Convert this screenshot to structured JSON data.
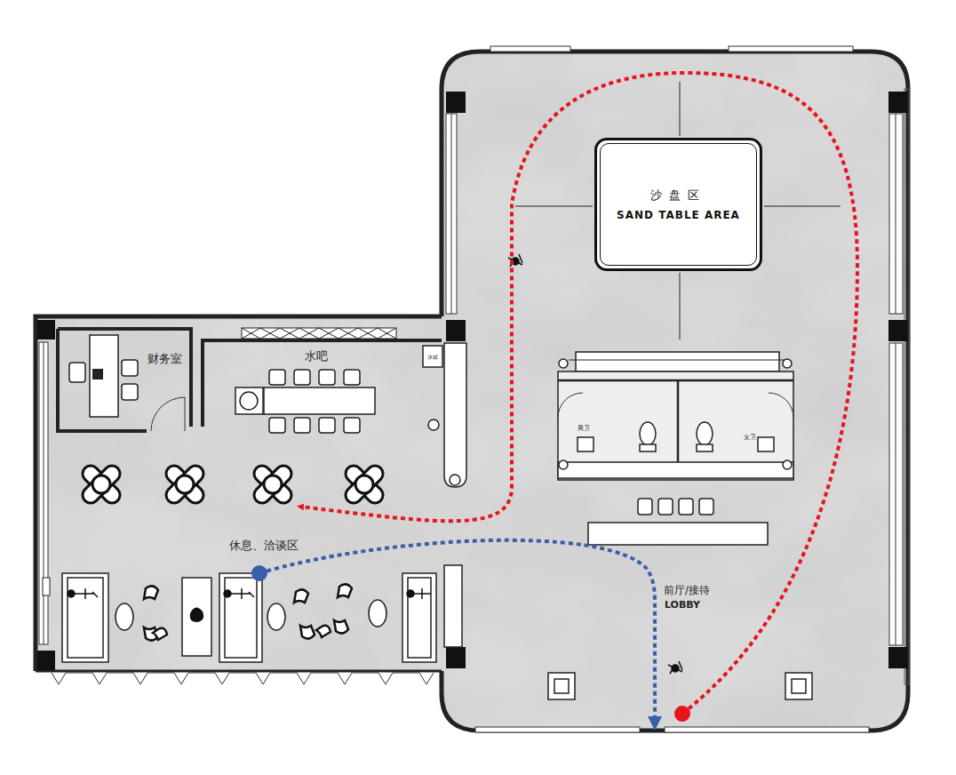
{
  "diagram": {
    "nodes": [
      {
        "text": [
          "沙盘区",
          "SAND TABLE AREA"
        ]
      }
    ],
    "labels": [
      "财务室",
      "水吧",
      "冰箱",
      "男卫",
      "女卫",
      "休息、洽谈区",
      "前厅/接待",
      "LOBBY"
    ]
  }
}
